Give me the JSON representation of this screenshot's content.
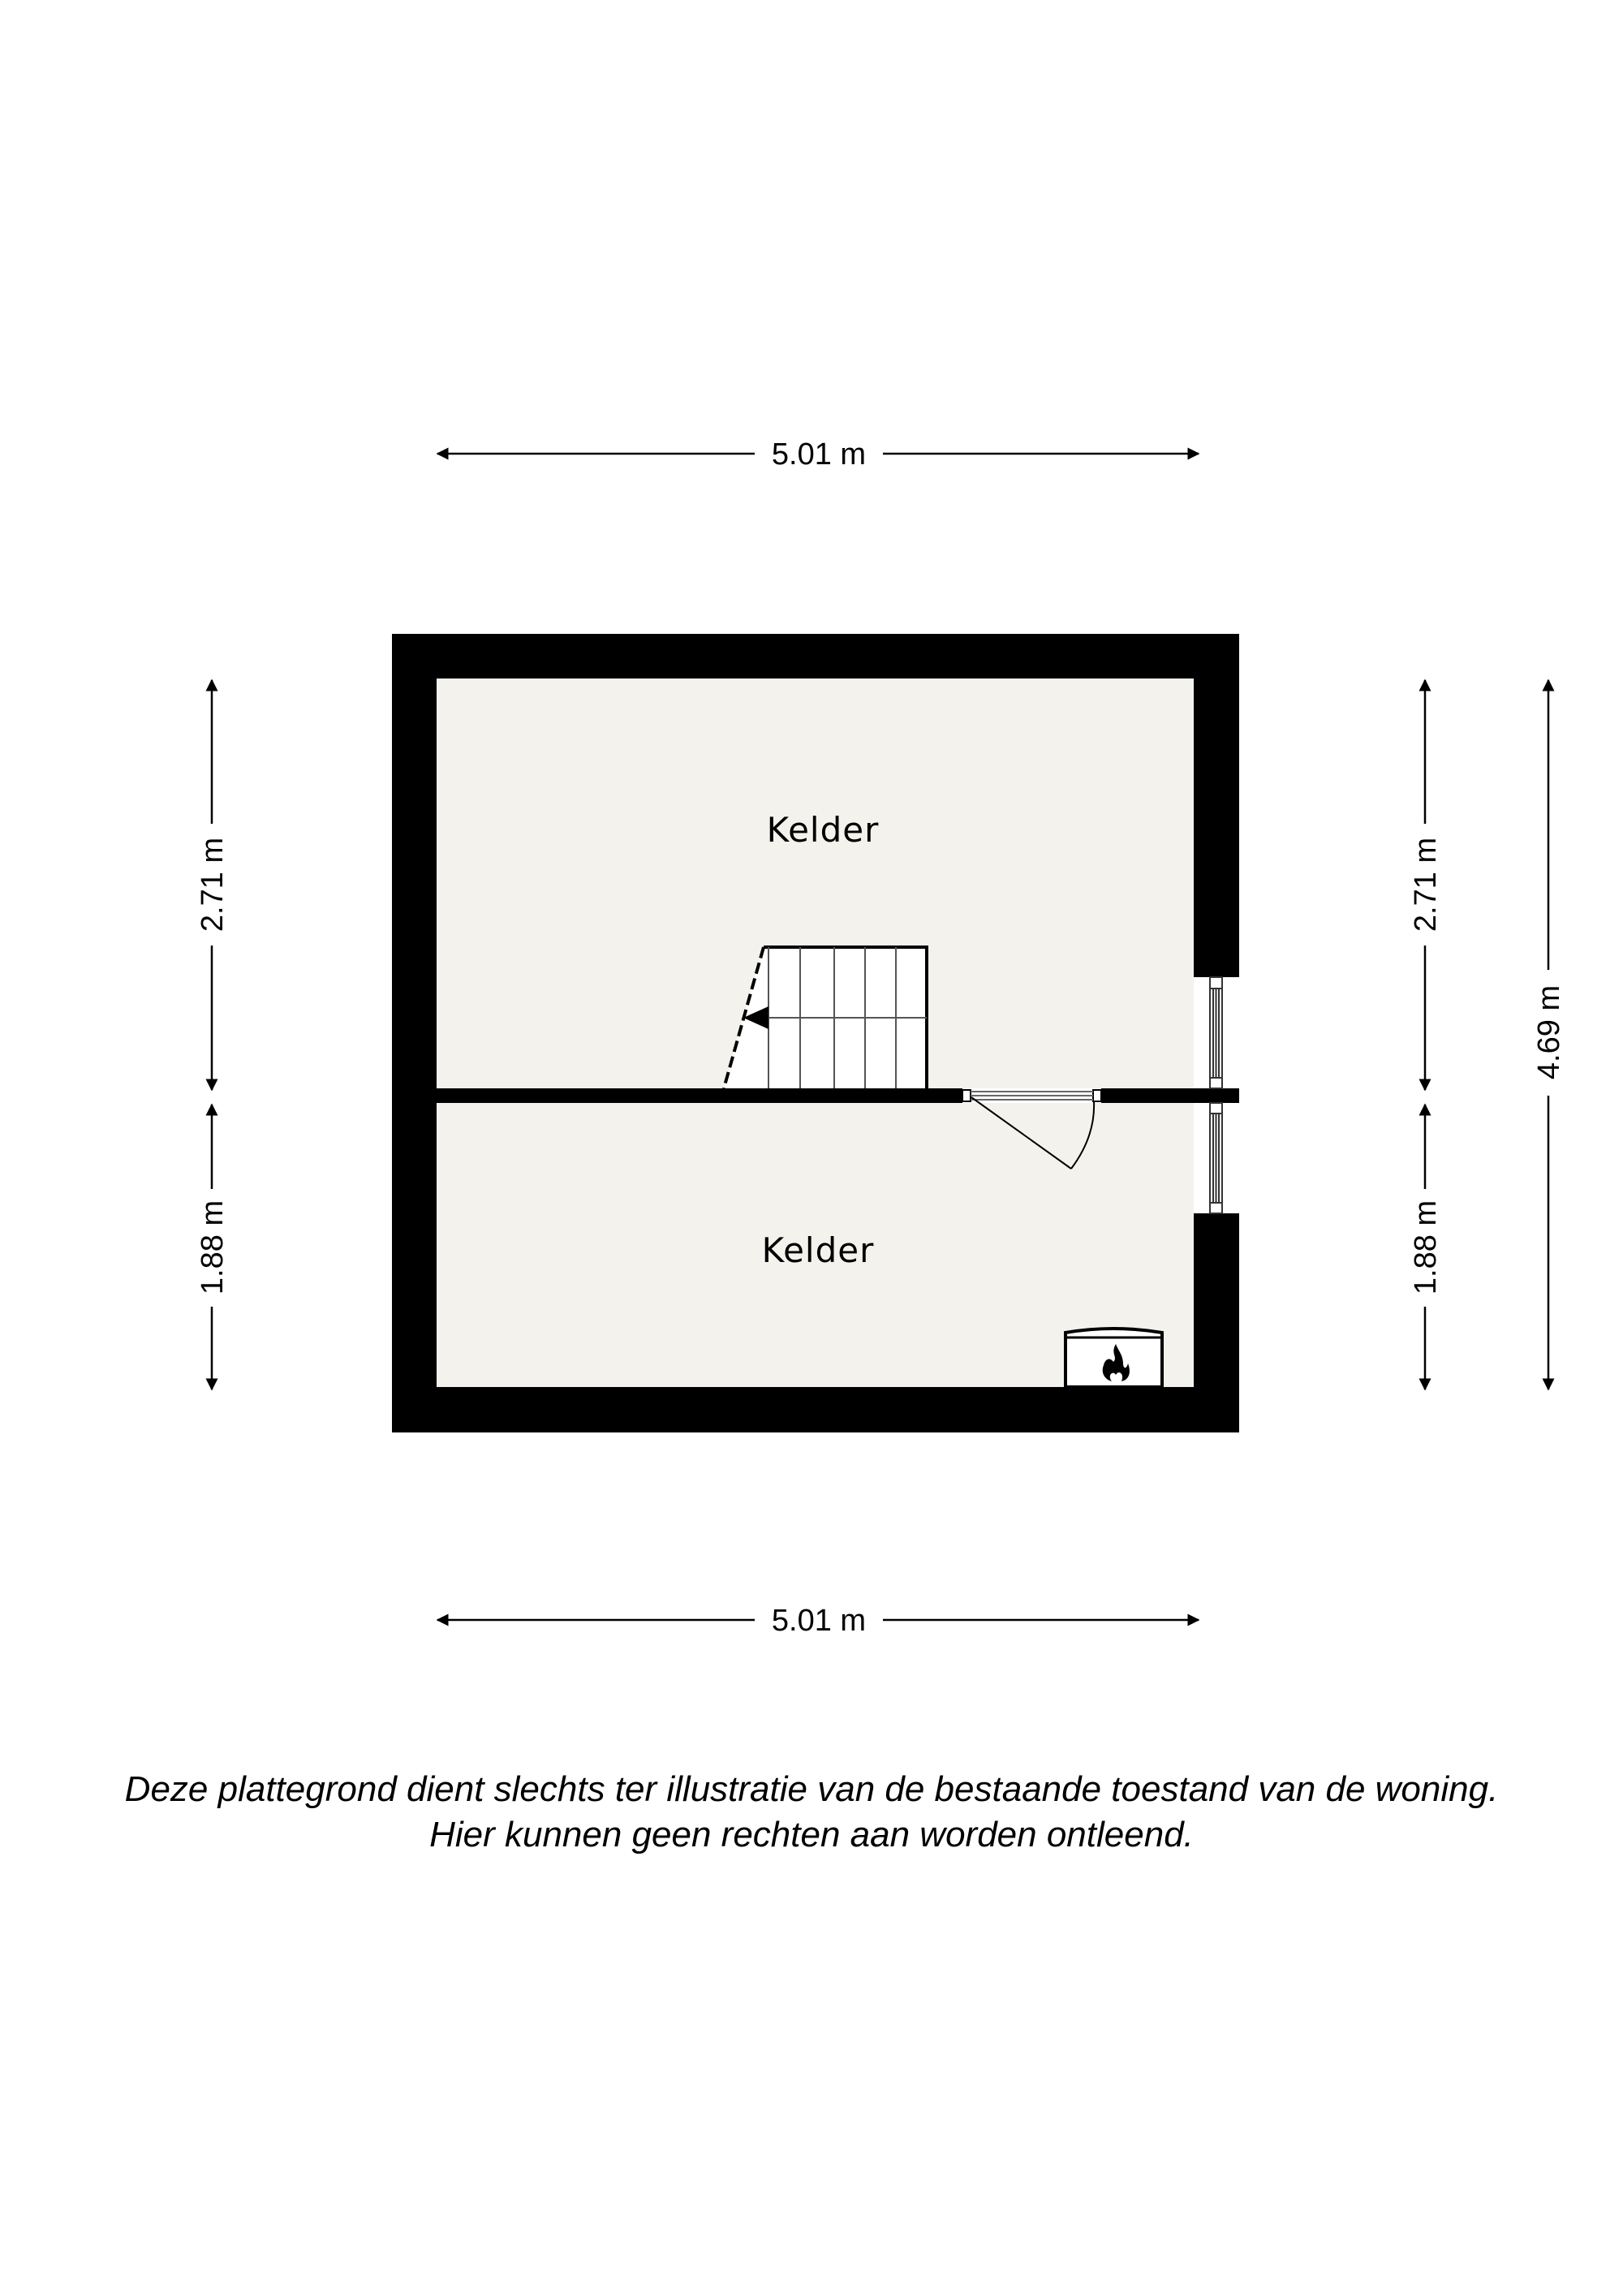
{
  "floorplan": {
    "rooms": [
      {
        "name": "Kelder"
      },
      {
        "name": "Kelder"
      }
    ],
    "dimensions": {
      "top_width": "5.01 m",
      "bottom_width": "5.01 m",
      "left_upper": "2.71 m",
      "left_lower": "1.88 m",
      "right_upper": "2.71 m",
      "right_lower": "1.88 m",
      "right_total": "4.69 m"
    },
    "icons": {
      "stairs": "stairs-icon",
      "door": "door-swing-icon",
      "window": "window-icon",
      "boiler": "fire-icon"
    },
    "colors": {
      "wall": "#000000",
      "floor": "#f3f2ec",
      "background": "#ffffff"
    }
  },
  "footer": {
    "line1": "Deze plattegrond dient slechts ter illustratie van de bestaande toestand van de woning.",
    "line2": "Hier kunnen geen rechten aan worden ontleend."
  }
}
